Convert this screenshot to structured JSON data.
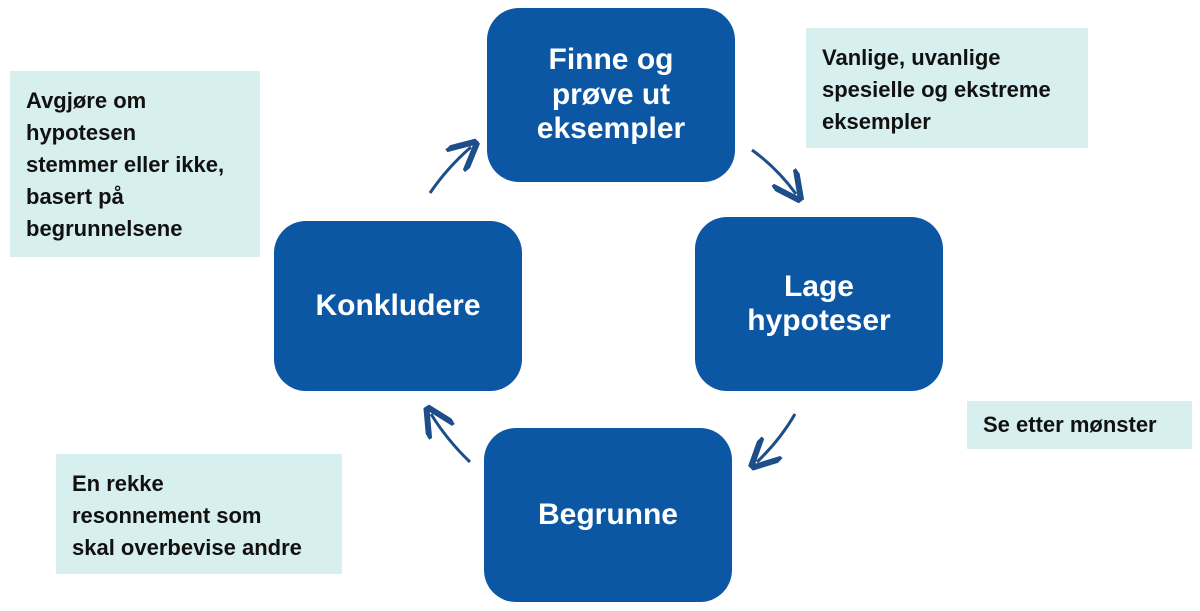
{
  "colors": {
    "node_fill": "#0b57a4",
    "note_fill": "#d7efee",
    "arrow": "#1d4e8a",
    "text_dark": "#111111",
    "text_light": "#ffffff"
  },
  "nodes": {
    "top": "Finne og\nprøve ut\neksempler",
    "right": "Lage\nhypoteser",
    "bottom": "Begrunne",
    "left": "Konkludere"
  },
  "notes": {
    "top_right": "Vanlige, uvanlige\nspesielle og ekstreme\neksempler",
    "top_left": "Avgjøre om\nhypotesen\nstemmer eller ikke,\nbasert på\nbegrunnelsene",
    "right": "Se etter mønster",
    "bottom_left": "En rekke\nresonnement som\nskal overbevise andre"
  }
}
